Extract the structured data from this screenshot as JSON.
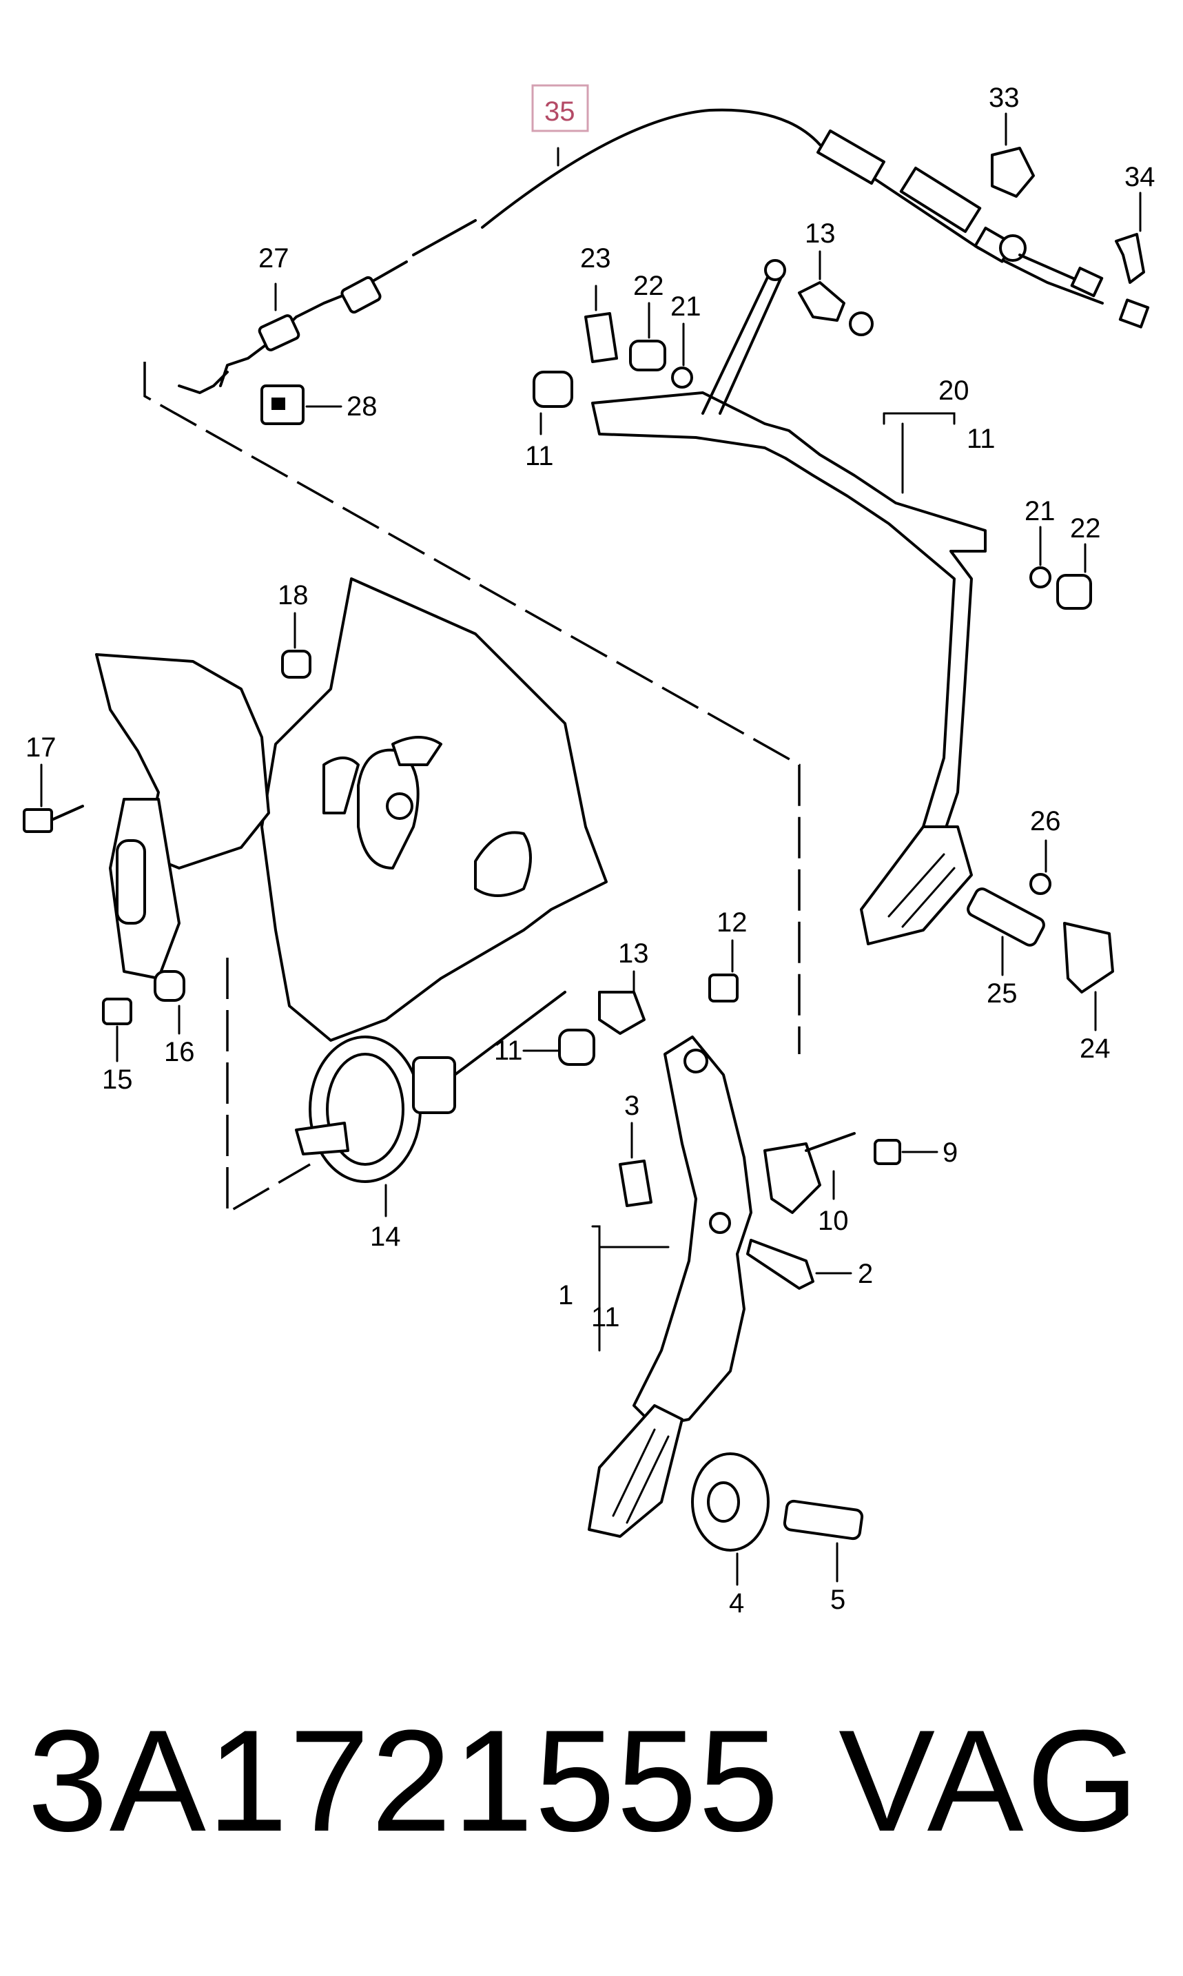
{
  "diagram": {
    "highlight_color": "#d4a0b2",
    "callouts": [
      {
        "id": "c35",
        "text": "35",
        "highlighted": true
      },
      {
        "id": "c33",
        "text": "33"
      },
      {
        "id": "c34",
        "text": "34"
      },
      {
        "id": "c27",
        "text": "27"
      },
      {
        "id": "c13a",
        "text": "13"
      },
      {
        "id": "c23",
        "text": "23"
      },
      {
        "id": "c22a",
        "text": "22"
      },
      {
        "id": "c21a",
        "text": "21"
      },
      {
        "id": "c28",
        "text": "28"
      },
      {
        "id": "c11a",
        "text": "11"
      },
      {
        "id": "c20",
        "text": "20"
      },
      {
        "id": "c11b",
        "text": "11"
      },
      {
        "id": "c21b",
        "text": "21"
      },
      {
        "id": "c22b",
        "text": "22"
      },
      {
        "id": "c18",
        "text": "18"
      },
      {
        "id": "c17",
        "text": "17"
      },
      {
        "id": "c26",
        "text": "26"
      },
      {
        "id": "c12",
        "text": "12"
      },
      {
        "id": "c13b",
        "text": "13"
      },
      {
        "id": "c25",
        "text": "25"
      },
      {
        "id": "c24",
        "text": "24"
      },
      {
        "id": "c15",
        "text": "15"
      },
      {
        "id": "c16",
        "text": "16"
      },
      {
        "id": "c11c",
        "text": "11"
      },
      {
        "id": "c9",
        "text": "9"
      },
      {
        "id": "c3",
        "text": "3"
      },
      {
        "id": "c10",
        "text": "10"
      },
      {
        "id": "c14",
        "text": "14"
      },
      {
        "id": "c2",
        "text": "2"
      },
      {
        "id": "c1",
        "text": "1"
      },
      {
        "id": "c11d",
        "text": "11"
      },
      {
        "id": "c4",
        "text": "4"
      },
      {
        "id": "c5",
        "text": "5"
      }
    ]
  },
  "caption": {
    "part_number": "3A1721555",
    "brand": "VAG"
  }
}
